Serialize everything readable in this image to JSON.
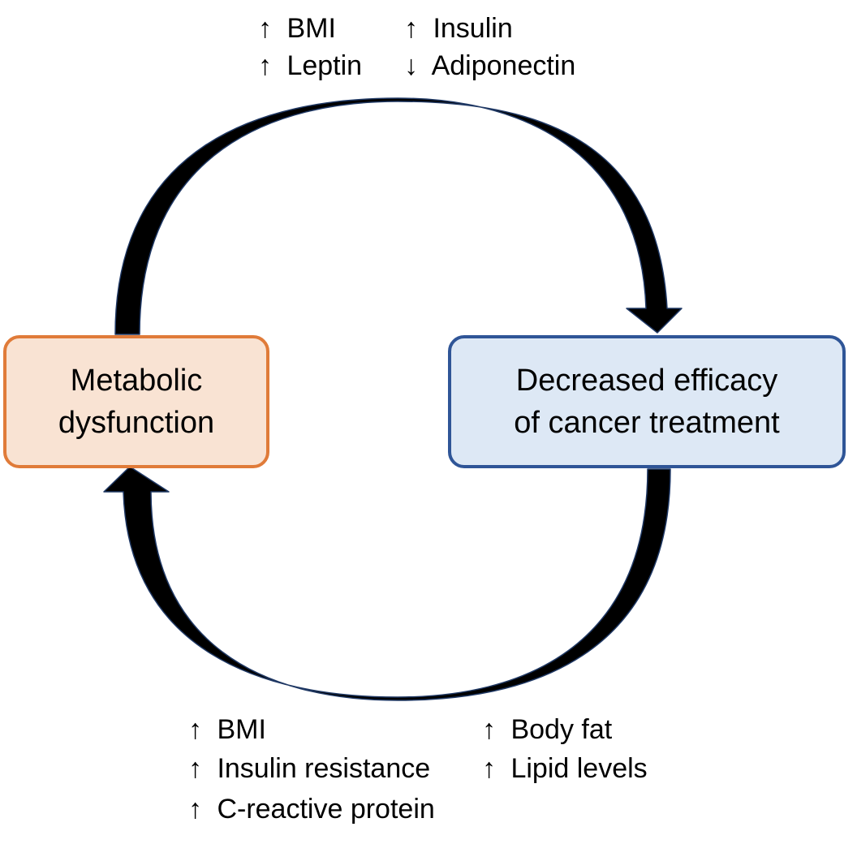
{
  "colors": {
    "metabolic_fill": "#f9e3d3",
    "metabolic_border": "#e07b39",
    "efficacy_fill": "#dde8f5",
    "efficacy_border": "#2f5597",
    "arrow_fill": "#000000",
    "arrow_edge": "#1f3864"
  },
  "nodes": {
    "metabolic": {
      "line1": "Metabolic",
      "line2": "dysfunction"
    },
    "efficacy": {
      "line1": "Decreased efficacy",
      "line2": "of cancer treatment"
    }
  },
  "top_factors": {
    "col1": [
      {
        "arrow": "↑",
        "label": "BMI"
      },
      {
        "arrow": "↑",
        "label": "Leptin"
      }
    ],
    "col2": [
      {
        "arrow": "↑",
        "label": "Insulin"
      },
      {
        "arrow": "↓",
        "label": "Adiponectin"
      }
    ]
  },
  "bottom_factors": {
    "col1": [
      {
        "arrow": "↑",
        "label": "BMI"
      },
      {
        "arrow": "↑",
        "label": "Insulin resistance"
      },
      {
        "arrow": "↑",
        "label": "C-reactive protein"
      }
    ],
    "col2": [
      {
        "arrow": "↑",
        "label": "Body fat"
      },
      {
        "arrow": "↑",
        "label": "Lipid levels"
      }
    ]
  }
}
